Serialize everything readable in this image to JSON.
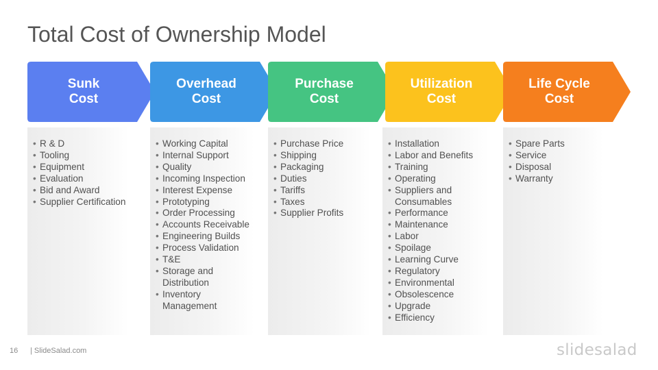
{
  "slide": {
    "title": "Total Cost of Ownership Model",
    "page_number": "16",
    "footer_text": "| SlideSalad.com",
    "brand": "slidesalad"
  },
  "stages": [
    {
      "line1": "Sunk",
      "line2": "Cost",
      "color": "#5B7FF0",
      "items": [
        "R & D",
        "Tooling",
        "Equipment",
        "Evaluation",
        "Bid and Award",
        "Supplier Certification"
      ]
    },
    {
      "line1": "Overhead",
      "line2": "Cost",
      "color": "#3D97E4",
      "items": [
        "Working Capital",
        "Internal Support",
        "Quality",
        "Incoming Inspection",
        "Interest Expense",
        "Prototyping",
        "Order Processing",
        "Accounts Receivable",
        "Engineering Builds",
        "Process Validation",
        "T&E",
        "Storage and Distribution",
        "Inventory Management"
      ]
    },
    {
      "line1": "Purchase",
      "line2": "Cost",
      "color": "#45C482",
      "items": [
        "Purchase Price",
        "Shipping",
        "Packaging",
        "Duties",
        "Tariffs",
        "Taxes",
        "Supplier Profits"
      ]
    },
    {
      "line1": "Utilization",
      "line2": "Cost",
      "color": "#FCC21D",
      "items": [
        "Installation",
        "Labor and Benefits",
        "Training",
        "Operating",
        "Suppliers and Consumables",
        "Performance",
        "Maintenance",
        "Labor",
        "Spoilage",
        "Learning Curve",
        "Regulatory",
        "Environmental",
        "Obsolescence",
        "Upgrade",
        "Efficiency"
      ]
    },
    {
      "line1": "Life Cycle",
      "line2": "Cost",
      "color": "#F57F1E",
      "items": [
        "Spare Parts",
        "Service",
        "Disposal",
        "Warranty"
      ]
    }
  ]
}
